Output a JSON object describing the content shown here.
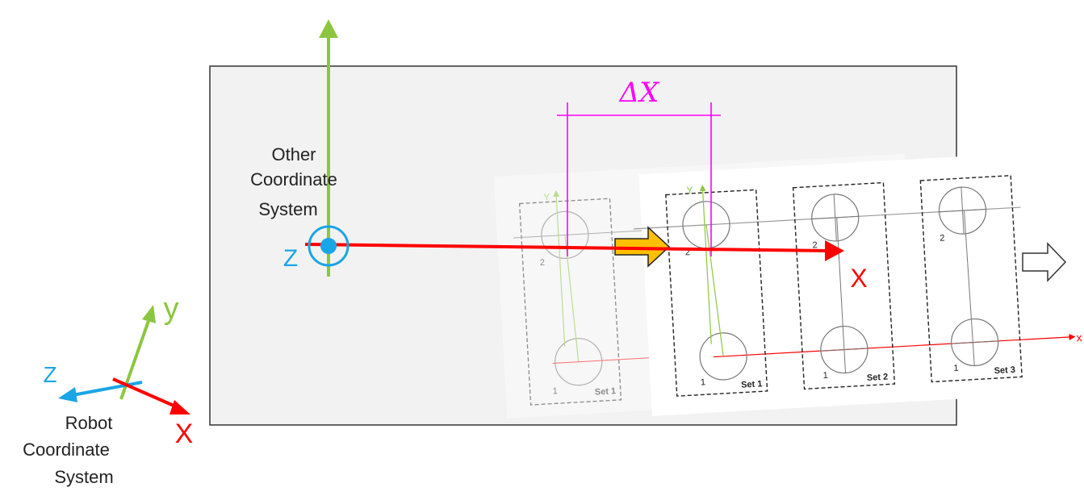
{
  "title": "",
  "colors": {
    "green": "#8CC63F",
    "red": "#FF0000",
    "blue": "#1AA5E6",
    "magenta": "#FF00FF",
    "gold": "#FFC000",
    "panel": "#F2F2F2",
    "gray_line": "#9A9A9A",
    "dark": "#222222"
  },
  "other_cs": {
    "label_lines": [
      "Other",
      "Coordinate",
      "System"
    ],
    "z": "Z",
    "x": "X"
  },
  "delta_label": "ΔX",
  "robot_cs": {
    "label_lines": [
      "Robot",
      "Coordinate",
      "System"
    ],
    "y": "y",
    "z": "Z",
    "x": "X"
  },
  "ref_frame": {
    "y": "Y",
    "x": "x"
  },
  "sets": [
    {
      "name": "Set 1",
      "top_label": "2",
      "bottom_label": "1"
    },
    {
      "name": "Set 1",
      "top_label": "2",
      "bottom_label": "1"
    },
    {
      "name": "Set 2",
      "top_label": "2",
      "bottom_label": "1"
    },
    {
      "name": "Set 3",
      "top_label": "2",
      "bottom_label": "1"
    }
  ]
}
